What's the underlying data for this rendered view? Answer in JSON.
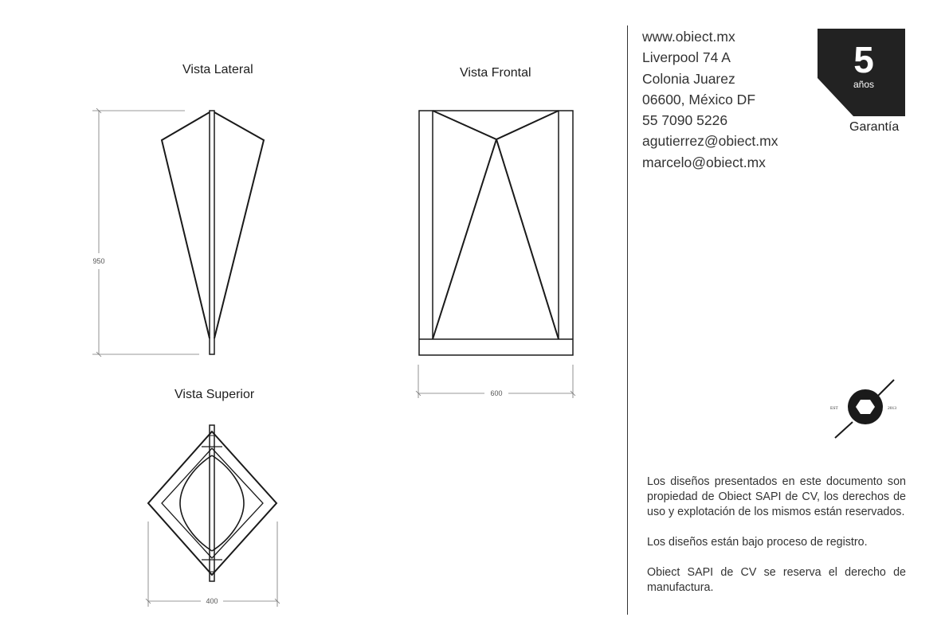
{
  "views": {
    "lateral": "Vista Lateral",
    "frontal": "Vista Frontal",
    "superior": "Vista Superior"
  },
  "dimensions": {
    "height": "950",
    "front_width": "600",
    "top_width": "400"
  },
  "contact": {
    "website": "www.obiect.mx",
    "street": "Liverpool 74 A",
    "district": "Colonia Juarez",
    "city": "06600, México DF",
    "phone": "55 7090 5226",
    "email1": "agutierrez@obiect.mx",
    "email2": "marcelo@obiect.mx"
  },
  "warranty": {
    "number": "5",
    "unit": "años",
    "caption": "Garantía",
    "badge_color": "#222222"
  },
  "logo": {
    "left_text": "EST",
    "right_text": "2013"
  },
  "legal": {
    "p1": "Los diseños presentados en este documento son propiedad de Obiect SAPI de CV, los derechos de uso y explotación de los mismos están reservados.",
    "p2": "Los diseños están bajo proceso de registro.",
    "p3": "Obiect SAPI de CV se reserva el derecho de manufactura."
  }
}
